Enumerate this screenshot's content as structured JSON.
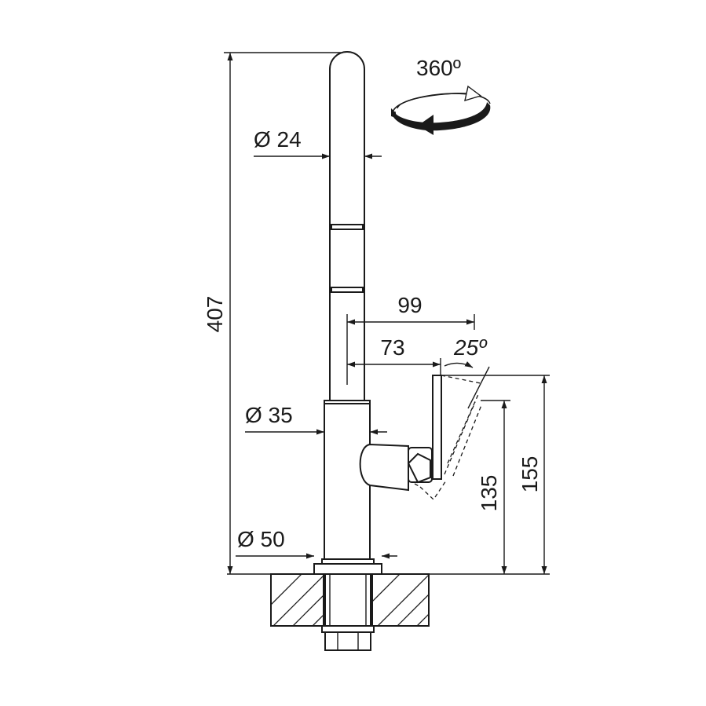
{
  "dimensions": {
    "total_height": "407",
    "spout_diameter": "Ø 24",
    "body_diameter": "Ø 35",
    "base_diameter": "Ø 50",
    "lever_reach": "99",
    "handle_offset": "73",
    "lever_angle": "25º",
    "lever_height_low": "135",
    "lever_height_high": "155",
    "rotation": "360º"
  },
  "colors": {
    "line": "#1a1a1a",
    "background": "#ffffff"
  }
}
